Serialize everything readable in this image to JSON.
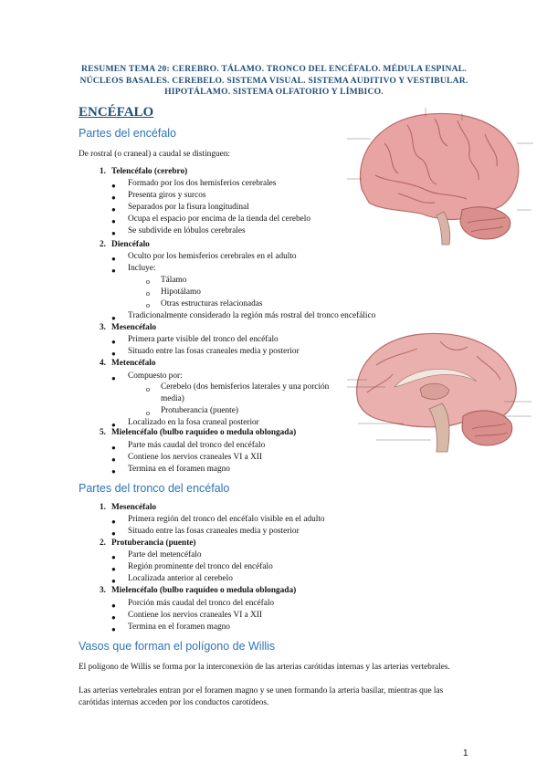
{
  "header": {
    "title": "RESUMEN TEMA 20: CEREBRO. TÁLAMO. TRONCO DEL ENCÉFALO. MÉDULA ESPINAL. NÚCLEOS BASALES. CEREBELO. SISTEMA VISUAL. SISTEMA AUDITIVO Y VESTIBULAR. HIPOTÁLAMO. SISTEMA OLFATORIO Y LÍMBICO."
  },
  "section1": {
    "heading": "ENCÉFALO",
    "subheading": "Partes del encéfalo",
    "intro": "De rostral (o craneal) a caudal se distinguen:",
    "items": [
      {
        "num": "1.",
        "title": "Telencéfalo (cerebro)",
        "bullets": [
          "Formado por los dos hemisferios cerebrales",
          "Presenta giros y surcos",
          "Separados por la fisura longitudinal",
          "Ocupa el espacio por encima de la tienda del cerebelo",
          "Se subdivide en lóbulos cerebrales"
        ]
      },
      {
        "num": "2.",
        "title": "Diencéfalo",
        "bullets": [
          "Oculto por los hemisferios cerebrales en el adulto",
          "Incluye:"
        ],
        "sub": [
          "Tálamo",
          "Hipotálamo",
          "Otras estructuras relacionadas"
        ],
        "after": [
          "Tradicionalmente considerado la región más rostral del tronco encefálico"
        ]
      },
      {
        "num": "3.",
        "title": "Mesencéfalo",
        "bullets": [
          "Primera parte visible del tronco del encéfalo",
          "Situado entre las fosas craneales media y posterior"
        ]
      },
      {
        "num": "4.",
        "title": "Metencéfalo",
        "bullets": [
          "Compuesto por:"
        ],
        "sub": [
          "Cerebelo (dos hemisferios laterales y una porción media)",
          "Protuberancia (puente)"
        ],
        "after": [
          "Localizado en la fosa craneal posterior"
        ]
      },
      {
        "num": "5.",
        "title": "Mielencéfalo (bulbo raquídeo o medula oblongada)",
        "bullets": [
          "Parte más caudal del tronco del encéfalo",
          "Contiene los nervios craneales VI a XII",
          "Termina en el foramen magno"
        ]
      }
    ]
  },
  "section2": {
    "subheading": "Partes del tronco del encéfalo",
    "items": [
      {
        "num": "1.",
        "title": "Mesencéfalo",
        "bullets": [
          "Primera región del tronco del encéfalo visible en el adulto",
          "Situado entre las fosas craneales media y posterior"
        ]
      },
      {
        "num": "2.",
        "title": "Protuberancia (puente)",
        "bullets": [
          "Parte del metencéfalo",
          "Región prominente del tronco del encéfalo",
          "Localizada anterior al cerebelo"
        ]
      },
      {
        "num": "3.",
        "title": "Mielencéfalo (bulbo raquídeo o medula oblongada)",
        "bullets": [
          "Porción más caudal del tronco del encéfalo",
          "Contiene los nervios craneales VI a XII",
          "Termina en el foramen magno"
        ]
      }
    ]
  },
  "section3": {
    "subheading": "Vasos que forman el polígono de Willis",
    "para1": "El polígono de Willis se forma por la interconexión de las arterias carótidas internas y las arterias vertebrales.",
    "para2": "Las arterias vertebrales entran por el foramen magno y se unen formando la arteria basilar, mientras que las carótidas internas acceden por los conductos carotídeos."
  },
  "page_number": "1"
}
